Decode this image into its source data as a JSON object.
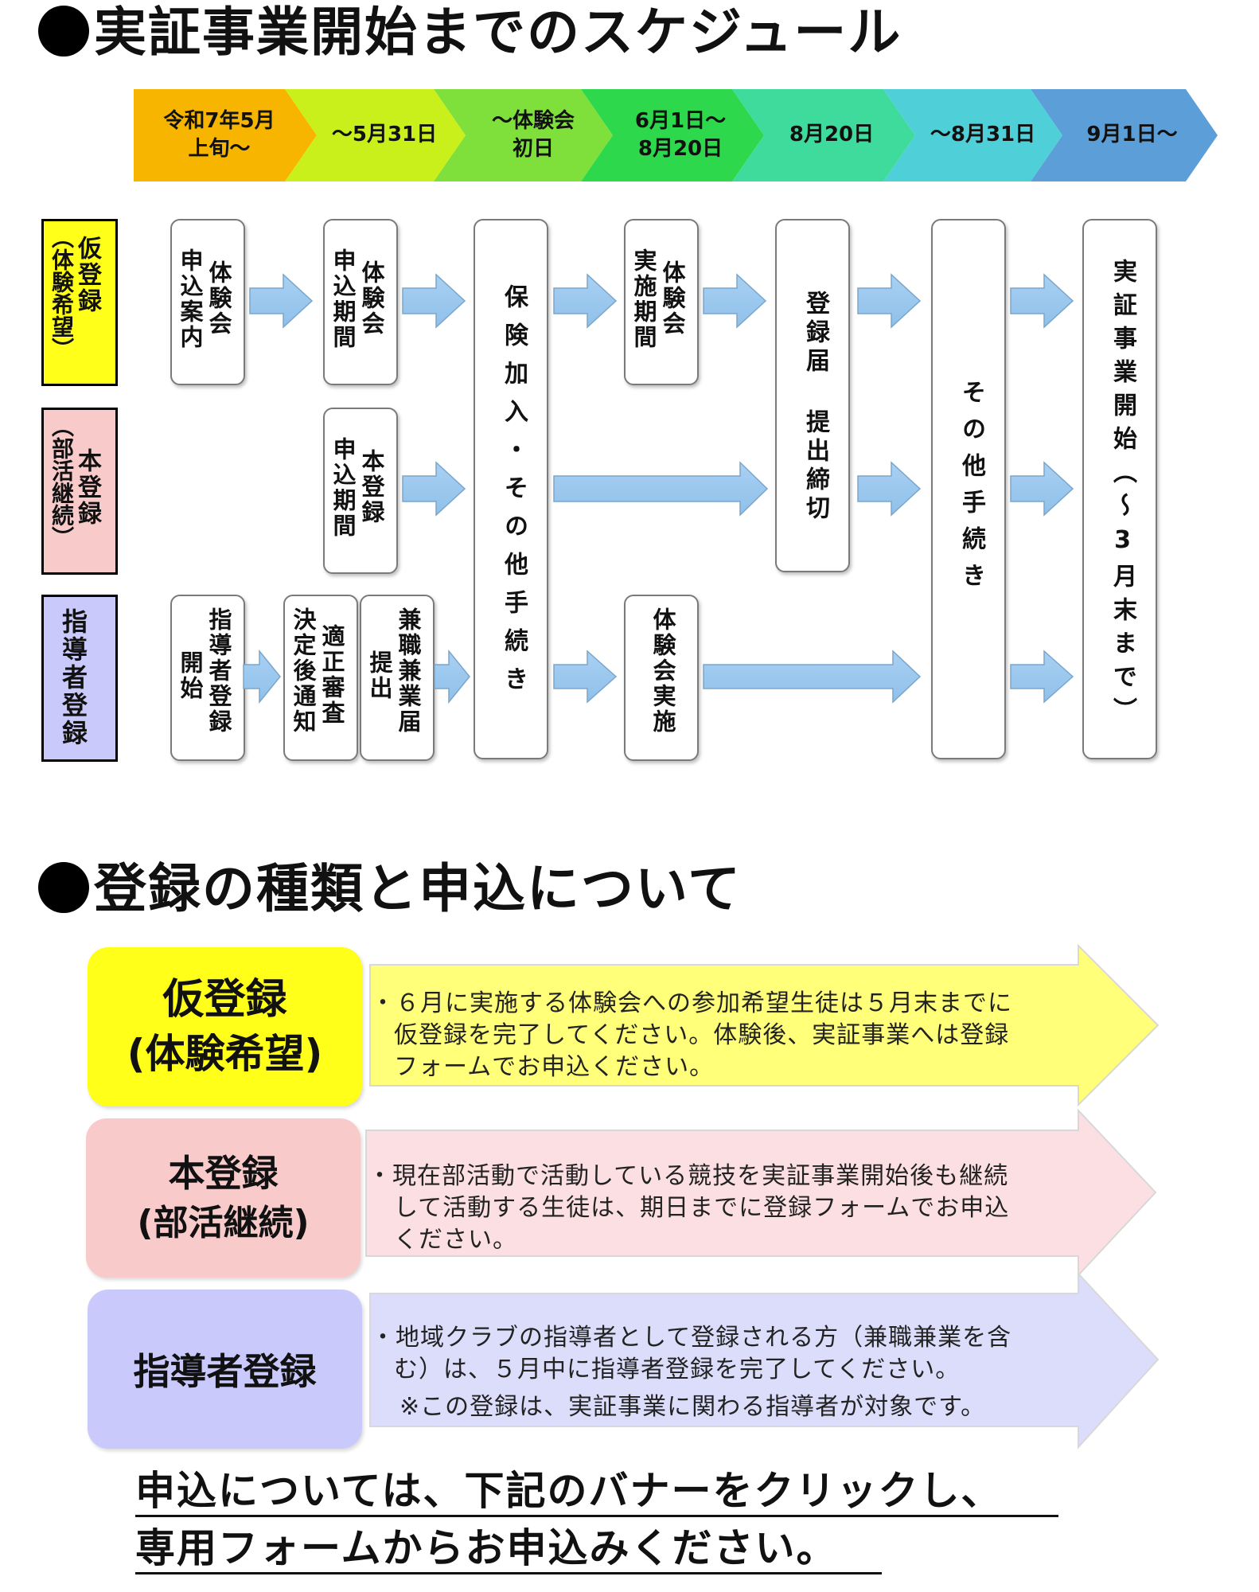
{
  "heading1": "実証事業開始までのスケジュール",
  "timeline": [
    {
      "line1": "令和7年5月",
      "line2": "上旬～",
      "color": "#f7b500"
    },
    {
      "line1": "～5月31日",
      "line2": "",
      "color": "#c9f01a"
    },
    {
      "line1": "～体験会",
      "line2": "初日",
      "color": "#7fe03c"
    },
    {
      "line1": "6月1日～",
      "line2": "8月20日",
      "color": "#2ed84c"
    },
    {
      "line1": "8月20日",
      "line2": "",
      "color": "#3fdb9c"
    },
    {
      "line1": "～8月31日",
      "line2": "",
      "color": "#4fcfd8"
    },
    {
      "line1": "9月1日～",
      "line2": "",
      "color": "#5b9ed8"
    }
  ],
  "rows": {
    "kari": {
      "title": "仮登録",
      "sub": "（体験希望）",
      "color": "#ffff1a"
    },
    "hon": {
      "title": "本登録",
      "sub": "（部活継続）",
      "color": "#f9caca"
    },
    "shido": {
      "title": "指導者登録",
      "color": "#c9c9fb"
    }
  },
  "flow": {
    "kari_guide": [
      "体験会",
      "申込案内"
    ],
    "kari_period": [
      "体験会",
      "申込期間"
    ],
    "hoken": "保険加入・その他手続き",
    "kari_jisshi": [
      "体験会",
      "実施期間"
    ],
    "todoke": "登録届 提出締切",
    "sonota": "その他手続き",
    "kaishi": "実証事業開始（～3月末まで）",
    "hon_period": [
      "本登録",
      "申込期間"
    ],
    "shido_start": [
      "指導者登録",
      "開始"
    ],
    "tekisei": [
      "適正審査",
      "決定後通知"
    ],
    "kenshoku": [
      "兼職兼業届",
      "提出"
    ],
    "shido_jisshi": "体験会実施"
  },
  "heading2": "登録の種類と申込について",
  "types": [
    {
      "title": "仮登録",
      "sub": "(体験希望)",
      "color": "#ffff1a",
      "arrow_color": "#ffff7a",
      "lines": [
        "・６月に実施する体験会への参加希望生徒は５月末までに",
        "仮登録を完了してください。体験後、実証事業へは登録",
        "フォームでお申込ください。"
      ]
    },
    {
      "title": "本登録",
      "sub": "(部活継続)",
      "color": "#f9caca",
      "arrow_color": "#fbdfe2",
      "lines": [
        "・現在部活動で活動している競技を実証事業開始後も継続",
        "して活動する生徒は、期日までに登録フォームでお申込",
        "ください。"
      ]
    },
    {
      "title": "指導者登録",
      "sub": "",
      "color": "#c9c9fb",
      "arrow_color": "#dcdcfb",
      "lines": [
        "・地域クラブの指導者として登録される方（兼職兼業を含",
        "む）は、５月中に指導者登録を完了してください。",
        "※この登録は、実証事業に関わる指導者が対象です。"
      ]
    }
  ],
  "footer": [
    "申込については、下記のバナーをクリックし、",
    "専用フォームからお申込みください。"
  ]
}
